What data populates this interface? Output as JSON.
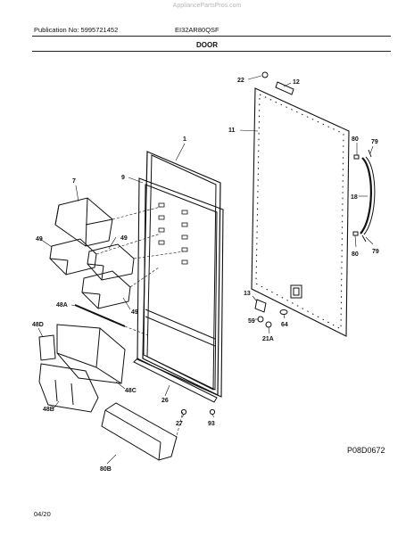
{
  "watermark": "AppliancePartsPros.com",
  "header": {
    "publication": "Publication No: 5995721452",
    "model": "EI32AR80QSF",
    "section": "DOOR"
  },
  "drawing_code": "P08D0672",
  "footer_date": "04/20",
  "callouts": {
    "c1": "1",
    "c7": "7",
    "c9": "9",
    "c11": "11",
    "c12": "12",
    "c13": "13",
    "c18": "18",
    "c21a": "21A",
    "c22": "22",
    "c26": "26",
    "c27": "27",
    "c48a": "48A",
    "c48b": "48B",
    "c48c": "48C",
    "c48d": "48D",
    "c49a": "49",
    "c49b": "49",
    "c49c": "49",
    "c59": "59",
    "c64": "64",
    "c79a": "79",
    "c79b": "79",
    "c80a": "80",
    "c80b": "80",
    "c80b_lbl": "80B",
    "c93": "93"
  }
}
